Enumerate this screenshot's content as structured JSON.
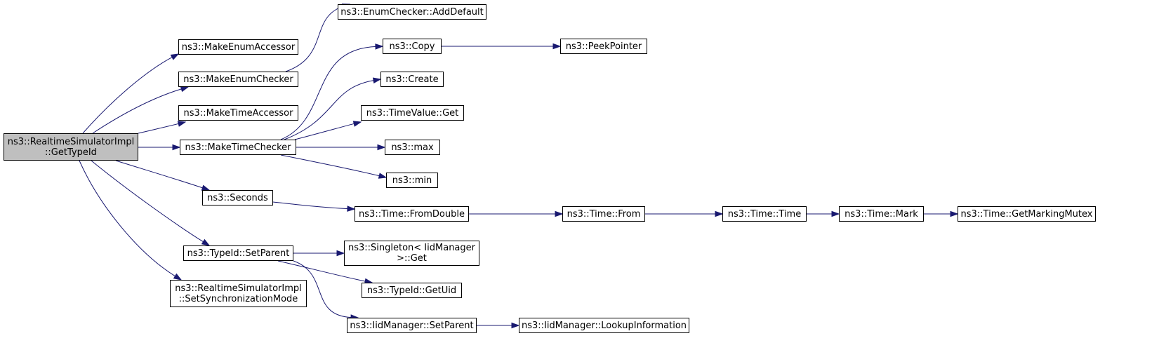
{
  "graph": {
    "colors": {
      "edge": "#191970",
      "node_fill": "#ffffff",
      "root_fill": "#bfbfbf",
      "node_border": "#000000"
    },
    "nodes": [
      {
        "id": "root",
        "name": "node-realtime-simulator-impl-gettypeid",
        "lines": [
          "ns3::RealtimeSimulatorImpl",
          "::GetTypeId"
        ],
        "root": true
      },
      {
        "id": "makeEnumAccessor",
        "name": "node-make-enum-accessor",
        "lines": [
          "ns3::MakeEnumAccessor"
        ]
      },
      {
        "id": "makeEnumChecker",
        "name": "node-make-enum-checker",
        "lines": [
          "ns3::MakeEnumChecker"
        ]
      },
      {
        "id": "enumAddDefault",
        "name": "node-enum-checker-add-default",
        "lines": [
          "ns3::EnumChecker::AddDefault"
        ]
      },
      {
        "id": "makeTimeAccessor",
        "name": "node-make-time-accessor",
        "lines": [
          "ns3::MakeTimeAccessor"
        ]
      },
      {
        "id": "makeTimeChecker",
        "name": "node-make-time-checker",
        "lines": [
          "ns3::MakeTimeChecker"
        ]
      },
      {
        "id": "copy",
        "name": "node-copy",
        "lines": [
          "ns3::Copy"
        ]
      },
      {
        "id": "peekPointer",
        "name": "node-peek-pointer",
        "lines": [
          "ns3::PeekPointer"
        ]
      },
      {
        "id": "create",
        "name": "node-create",
        "lines": [
          "ns3::Create"
        ]
      },
      {
        "id": "timeValueGet",
        "name": "node-time-value-get",
        "lines": [
          "ns3::TimeValue::Get"
        ]
      },
      {
        "id": "max",
        "name": "node-max",
        "lines": [
          "ns3::max"
        ]
      },
      {
        "id": "min",
        "name": "node-min",
        "lines": [
          "ns3::min"
        ]
      },
      {
        "id": "seconds",
        "name": "node-seconds",
        "lines": [
          "ns3::Seconds"
        ]
      },
      {
        "id": "fromDouble",
        "name": "node-time-from-double",
        "lines": [
          "ns3::Time::FromDouble"
        ]
      },
      {
        "id": "timeFrom",
        "name": "node-time-from",
        "lines": [
          "ns3::Time::From"
        ]
      },
      {
        "id": "timeTime",
        "name": "node-time-time",
        "lines": [
          "ns3::Time::Time"
        ]
      },
      {
        "id": "timeMark",
        "name": "node-time-mark",
        "lines": [
          "ns3::Time::Mark"
        ]
      },
      {
        "id": "getMarkingMutex",
        "name": "node-time-get-marking-mutex",
        "lines": [
          "ns3::Time::GetMarkingMutex"
        ]
      },
      {
        "id": "setParent",
        "name": "node-typeid-set-parent",
        "lines": [
          "ns3::TypeId::SetParent"
        ]
      },
      {
        "id": "singletonGet",
        "name": "node-singleton-iidmanager-get",
        "lines": [
          "ns3::Singleton< IidManager",
          ">::Get"
        ]
      },
      {
        "id": "getUid",
        "name": "node-typeid-get-uid",
        "lines": [
          "ns3::TypeId::GetUid"
        ]
      },
      {
        "id": "iidSetParent",
        "name": "node-iidmanager-set-parent",
        "lines": [
          "ns3::IidManager::SetParent"
        ]
      },
      {
        "id": "lookupInformation",
        "name": "node-iidmanager-lookup-information",
        "lines": [
          "ns3::IidManager::LookupInformation"
        ]
      },
      {
        "id": "setSyncMode",
        "name": "node-realtime-simulator-impl-set-sync-mode",
        "lines": [
          "ns3::RealtimeSimulatorImpl",
          "::SetSynchronizationMode"
        ]
      }
    ],
    "edges": [
      {
        "from": "root",
        "to": "makeEnumAccessor"
      },
      {
        "from": "root",
        "to": "makeEnumChecker"
      },
      {
        "from": "root",
        "to": "makeTimeAccessor"
      },
      {
        "from": "root",
        "to": "makeTimeChecker"
      },
      {
        "from": "root",
        "to": "seconds"
      },
      {
        "from": "root",
        "to": "setParent"
      },
      {
        "from": "root",
        "to": "setSyncMode"
      },
      {
        "from": "makeEnumChecker",
        "to": "enumAddDefault"
      },
      {
        "from": "makeTimeChecker",
        "to": "copy"
      },
      {
        "from": "makeTimeChecker",
        "to": "create"
      },
      {
        "from": "makeTimeChecker",
        "to": "timeValueGet"
      },
      {
        "from": "makeTimeChecker",
        "to": "max"
      },
      {
        "from": "makeTimeChecker",
        "to": "min"
      },
      {
        "from": "copy",
        "to": "peekPointer"
      },
      {
        "from": "seconds",
        "to": "fromDouble"
      },
      {
        "from": "fromDouble",
        "to": "timeFrom"
      },
      {
        "from": "timeFrom",
        "to": "timeTime"
      },
      {
        "from": "timeTime",
        "to": "timeMark"
      },
      {
        "from": "timeMark",
        "to": "getMarkingMutex"
      },
      {
        "from": "setParent",
        "to": "singletonGet"
      },
      {
        "from": "setParent",
        "to": "getUid"
      },
      {
        "from": "setParent",
        "to": "iidSetParent"
      },
      {
        "from": "iidSetParent",
        "to": "lookupInformation"
      }
    ]
  }
}
